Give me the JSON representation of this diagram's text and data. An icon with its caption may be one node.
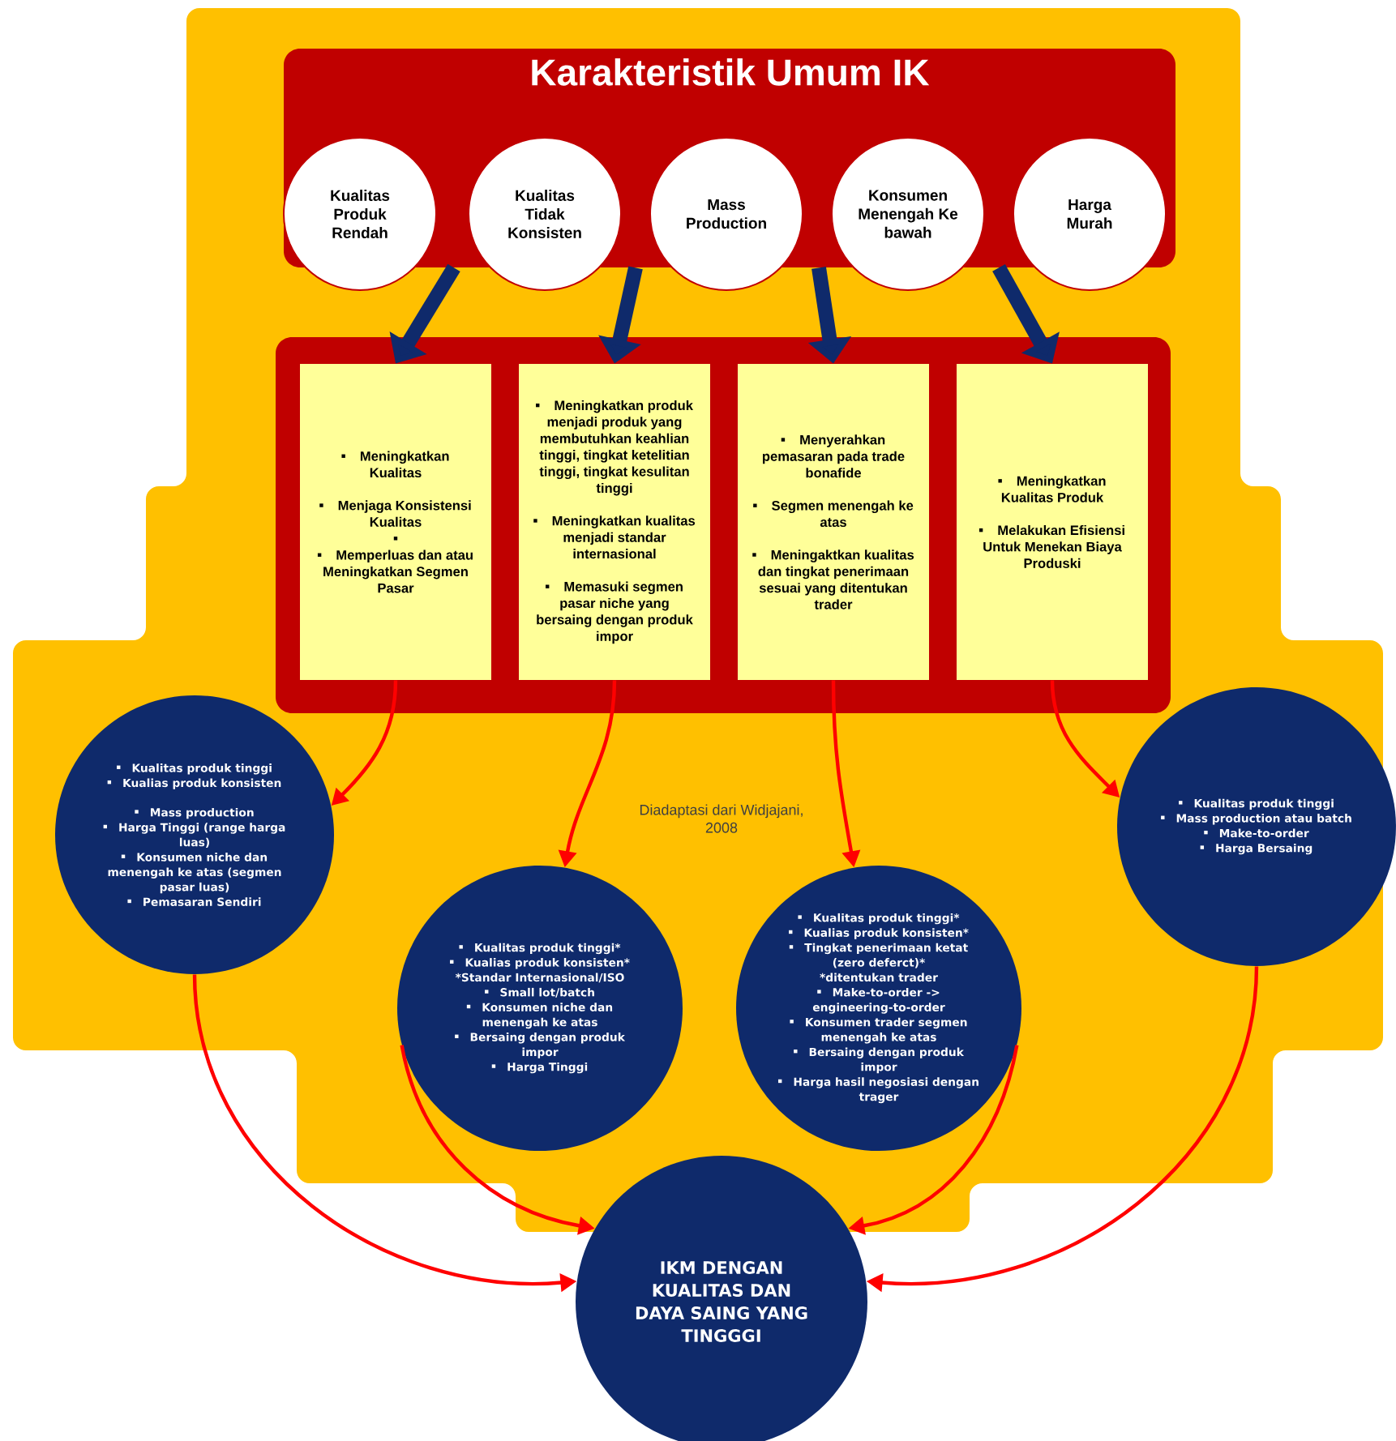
{
  "diagram": {
    "nodes": [
      {
        "text": [
          "Karakteristik Umum IK"
        ]
      },
      {
        "text": [
          "Kualitas Produk Rendah"
        ]
      },
      {
        "text": [
          "Kualitas Tidak Konsisten"
        ]
      },
      {
        "text": [
          "Mass Production"
        ]
      },
      {
        "text": [
          "Konsumen Menengah Ke bawah"
        ]
      },
      {
        "text": [
          "Harga Murah"
        ]
      },
      {
        "text": [],
        "shape": "box"
      },
      {
        "text": [
          "Meningkatkan Kualitas",
          "Menjaga Konsistensi Kualitas",
          "Memperluas dan atau Meningkatkan Segmen Pasar"
        ],
        "in": 6
      },
      {
        "text": [
          "Meningkatkan produk menjadi produk yang membutuhkan keahlian tinggi, tingkat ketelitian tinggi, tingkat kesulitan tinggi",
          "Meningkatkan kualitas menjadi standar internasional",
          "Memasuki segmen pasar niche yang bersaing dengan produk impor"
        ],
        "in": 6
      },
      {
        "text": [
          "Menyerahkan pemasaran pada trade bonafide",
          "Segmen menengah ke atas",
          "Meningaktkan kualitas dan tingkat penerimaan sesuai yang ditentukan trader"
        ],
        "in": 6
      },
      {
        "text": [
          "Meningkatkan Kualitas Produk",
          "Melakukan Efisiensi Untuk Menekan Biaya Produski"
        ],
        "in": 6
      },
      {
        "text": [
          "Kualitas produk tinggi",
          "Kualias produk konsisten",
          "Mass production",
          "Harga Tinggi (range harga luas)",
          "Konsumen niche dan menengah ke atas (segmen pasar luas)",
          "Pemasaran Sendiri"
        ]
      },
      {
        "text": [
          "Kualitas produk tinggi*",
          "Kualias produk konsisten*",
          "*Standar Internasional/ISO",
          "Small lot/batch",
          "Konsumen niche dan menengah ke atas",
          "Bersaing dengan produk impor",
          "Harga Tinggi"
        ]
      },
      {
        "text": [
          "Kualitas produk tinggi*",
          "Kualias produk konsisten*",
          "Tingkat penerimaan ketat (zero deferct)*",
          "*ditentukan trader",
          "Make-to-order -> engineering-to-order",
          "Konsumen trader segmen menengah ke atas",
          "Bersaing dengan produk impor",
          "Harga hasil negosiasi dengan trager"
        ]
      },
      {
        "text": [
          "Kualitas produk tinggi",
          "Mass production atau batch",
          "Make-to-order",
          "Harga Bersaing"
        ]
      },
      {
        "text": [
          "IKM DENGAN KUALITAS DAN DAYA SAING YANG TINGGGI"
        ]
      }
    ],
    "edges": [
      {
        "from": 0,
        "to": 7,
        "arrow": "to",
        "style": "thick",
        "color": "#0f2a6b"
      },
      {
        "from": 0,
        "to": 8,
        "arrow": "to",
        "style": "thick",
        "color": "#0f2a6b"
      },
      {
        "from": 0,
        "to": 9,
        "arrow": "to",
        "style": "thick",
        "color": "#0f2a6b"
      },
      {
        "from": 0,
        "to": 10,
        "arrow": "to",
        "style": "thick",
        "color": "#0f2a6b"
      },
      {
        "from": 7,
        "to": 11,
        "arrow": "to"
      },
      {
        "from": 8,
        "to": 12,
        "arrow": "to"
      },
      {
        "from": 9,
        "to": 13,
        "arrow": "to"
      },
      {
        "from": 10,
        "to": 14,
        "arrow": "to"
      },
      {
        "from": 11,
        "to": 15,
        "arrow": "to"
      },
      {
        "from": 12,
        "to": 15,
        "arrow": "to"
      },
      {
        "from": 13,
        "to": 15,
        "arrow": "to"
      },
      {
        "from": 14,
        "to": 15,
        "arrow": "to"
      }
    ],
    "labels": [
      "Diadaptasi dari Widjajani, 2008"
    ]
  }
}
